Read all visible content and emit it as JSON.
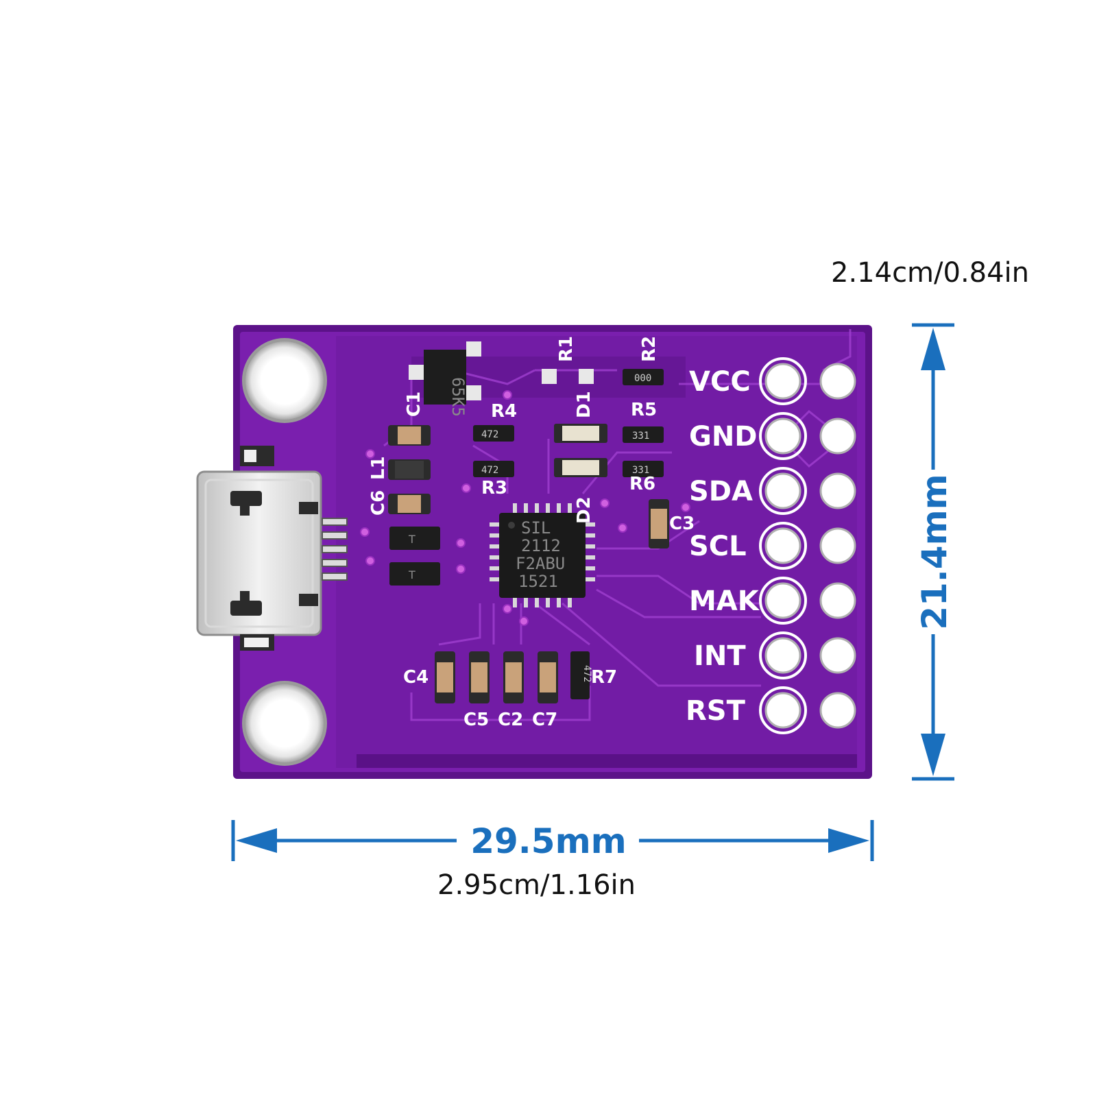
{
  "dimensions": {
    "height_label_top": "2.14cm/0.84in",
    "height_label_arrow": "21.4mm",
    "width_label_arrow": "29.5mm",
    "width_label_bottom": "2.95cm/1.16in",
    "arrow_color": "#1a6fbd"
  },
  "board": {
    "color": "#6a1a9a",
    "pins": [
      "VCC",
      "GND",
      "SDA",
      "SCL",
      "MAK",
      "INT",
      "RST"
    ],
    "components": [
      "R1",
      "R2",
      "R4",
      "D1",
      "R5",
      "C1",
      "L1",
      "C6",
      "R3",
      "D2",
      "R6",
      "C3",
      "C4",
      "C5",
      "C2",
      "C7",
      "R7"
    ],
    "chip_marking": [
      "SIL",
      "2112",
      "F2ABU",
      "1521"
    ],
    "resistor_codes": [
      "472",
      "472",
      "331",
      "331",
      "472"
    ],
    "transistor_marking": "65K5"
  }
}
